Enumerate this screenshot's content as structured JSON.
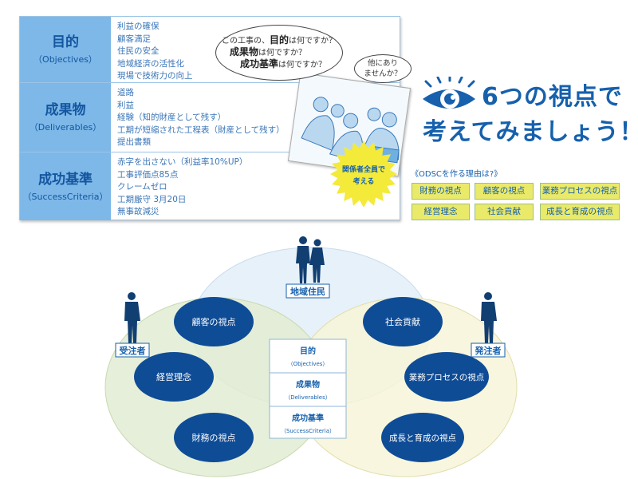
{
  "table": {
    "rows": [
      {
        "title": "目的",
        "subtitle": "（Objectives）",
        "items": [
          "利益の確保",
          "顧客満足",
          "住民の安全",
          "地域経済の活性化",
          "現場で技術力の向上"
        ]
      },
      {
        "title": "成果物",
        "subtitle": "（Deliverables）",
        "items": [
          "道路",
          "利益",
          "経験（知的財産として残す）",
          "工期が短縮された工程表（財産として残す）",
          "提出書類"
        ]
      },
      {
        "title": "成功基準",
        "subtitle": "（SuccessCriteria）",
        "items": [
          "赤字を出さない（利益率10%UP）",
          "工事評価点85点",
          "クレームゼロ",
          "工期厳守 3月20日",
          "無事故減災"
        ]
      }
    ]
  },
  "bubble1": {
    "l1a": "この工事の、",
    "l1b": "目的",
    "l1c": "は何ですか？",
    "l2a": "成果物",
    "l2b": "は何ですか？",
    "l3a": "成功基準",
    "l3b": "は何ですか？"
  },
  "bubble2": {
    "l1": "他にあり",
    "l2": "ませんか？"
  },
  "star": {
    "l1": "関係者全員で",
    "l2": "考える"
  },
  "heading": {
    "line1": "6つの視点で",
    "line2": "考えてみましょう！"
  },
  "reason": "《ODSCを作る理由は?》",
  "viewpoints": [
    "財務の視点",
    "顧客の視点",
    "業務プロセスの視点",
    "経営理念",
    "社会貢献",
    "成長と育成の視点"
  ],
  "diagram": {
    "stakeholders": {
      "top": "地域住民",
      "left": "受注者",
      "right": "発注者"
    },
    "ellipses": [
      "顧客の視点",
      "経営理念",
      "財務の視点",
      "社会貢献",
      "業務プロセスの視点",
      "成長と育成の視点"
    ],
    "center": [
      {
        "t": "目的",
        "s": "（Objectives）"
      },
      {
        "t": "成果物",
        "s": "（Deliverables）"
      },
      {
        "t": "成功基準",
        "s": "（SuccessCriteria）"
      }
    ]
  },
  "colors": {
    "accent": "#1660ad",
    "header": "#7db8e8",
    "ellipse": "#0f4c96",
    "button": "#eaea6a"
  }
}
